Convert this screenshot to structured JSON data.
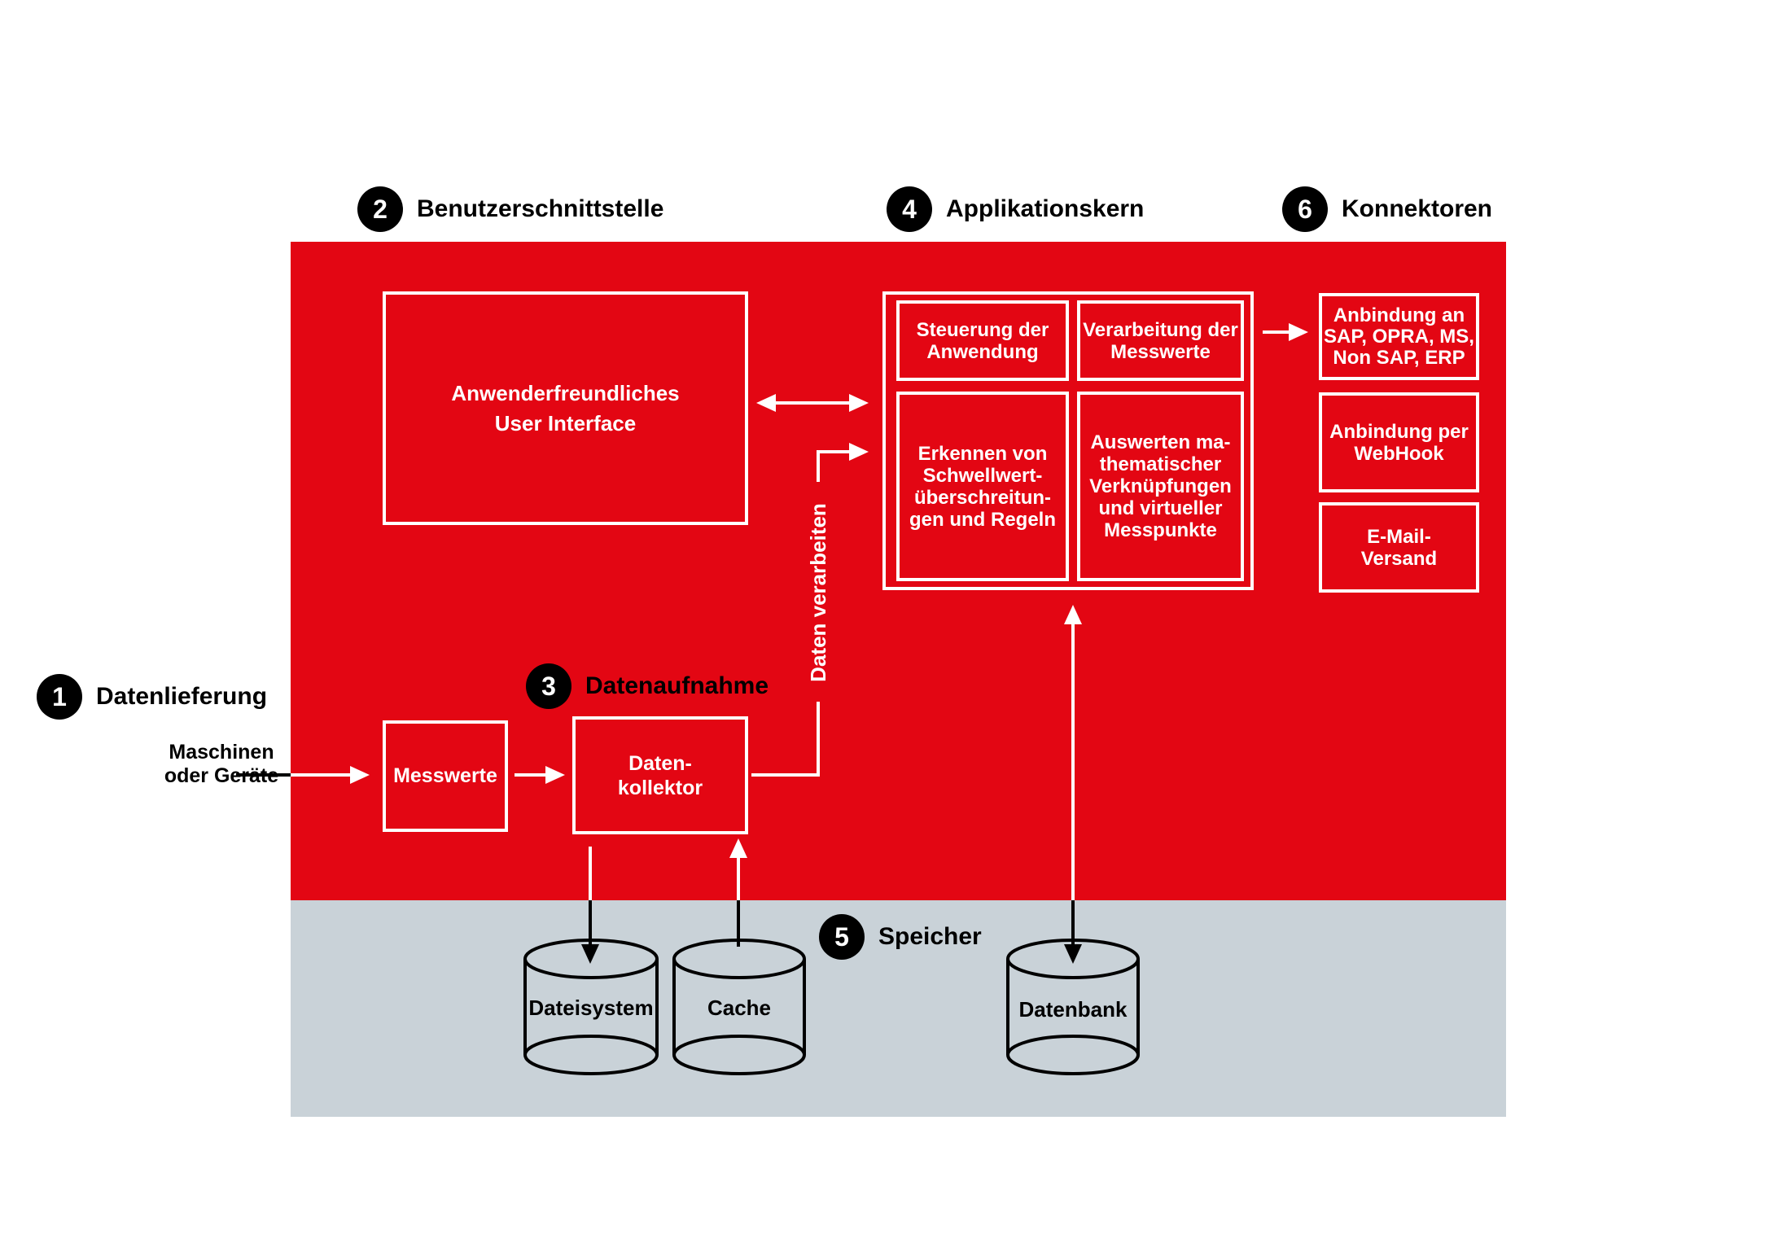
{
  "diagram": {
    "sections": [
      {
        "num": "1",
        "label": "Datenlieferung"
      },
      {
        "num": "2",
        "label": "Benutzerschnittstelle"
      },
      {
        "num": "3",
        "label": "Datenaufnahme"
      },
      {
        "num": "4",
        "label": "Applikationskern"
      },
      {
        "num": "5",
        "label": "Speicher"
      },
      {
        "num": "6",
        "label": "Konnektoren"
      }
    ],
    "boxes": {
      "ui": "Anwenderfreundliches\nUser Interface",
      "messwerte": "Messwerte",
      "kollektor": "Daten-\nkollektor",
      "steuerung": "Steuerung der\nAnwendung",
      "verarbeitung": "Verarbeitung der\nMesswerte",
      "erkennen": "Erkennen von\nSchwellwert-\nüberschreitun-\ngen und Regeln",
      "auswerten": "Auswerten ma-\nthematischer\nVerknüpfungen\nund virtueller\nMesspunkte",
      "sap": "Anbindung an\nSAP, OPRA, MS,\nNon SAP, ERP",
      "webhook": "Anbindung per\nWebHook",
      "email": "E-Mail-\nVersand"
    },
    "labels": {
      "source": "Maschinen\noder Geräte",
      "flow": "Daten verarbeiten"
    },
    "storage": {
      "dateisystem": "Dateisystem",
      "cache": "Cache",
      "datenbank": "Datenbank"
    },
    "colors": {
      "platform_red": "#e30613",
      "storage_gray": "#c9d2d8",
      "line_black": "#000000",
      "line_white": "#ffffff"
    }
  }
}
